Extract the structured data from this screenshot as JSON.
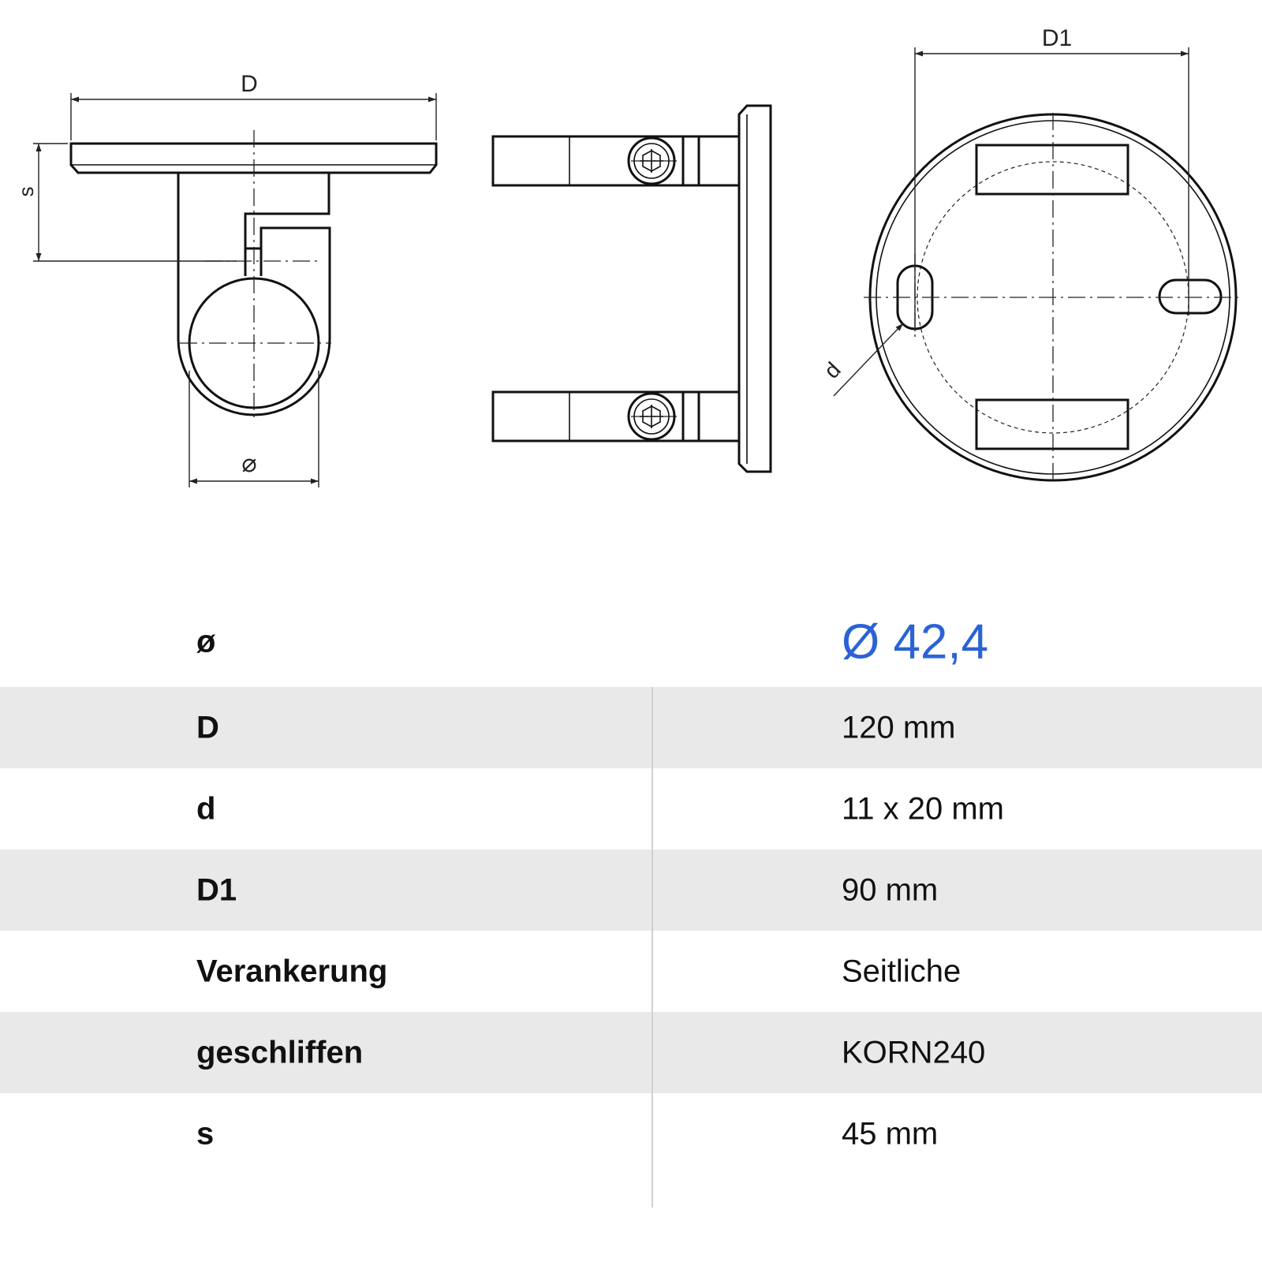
{
  "drawing": {
    "labels": {
      "front_width": "D",
      "front_height": "s",
      "front_bore": "⌀",
      "top_bolt_circle": "D1",
      "top_slot": "d"
    }
  },
  "spec_table": {
    "rows": [
      {
        "label": "ø",
        "value": "Ø 42,4"
      },
      {
        "label": "D",
        "value": "120 mm"
      },
      {
        "label": "d",
        "value": "11 x 20 mm"
      },
      {
        "label": "D1",
        "value": "90 mm"
      },
      {
        "label": "Verankerung",
        "value": "Seitliche"
      },
      {
        "label": "geschliffen",
        "value": "KORN240"
      },
      {
        "label": "s",
        "value": "45 mm"
      }
    ],
    "accent_color": "#2b63d6",
    "shade_color": "#e9e9e9"
  }
}
